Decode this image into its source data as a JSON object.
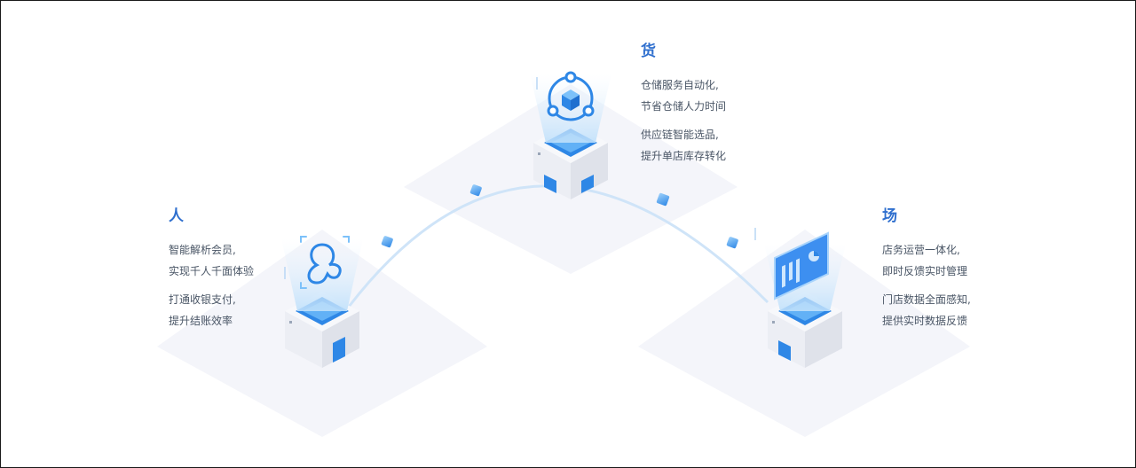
{
  "sections": [
    {
      "id": "ren",
      "title": "人",
      "icon": "person-icon",
      "groups": [
        [
          "智能解析会员,",
          "实现千人千面体验"
        ],
        [
          "打通收银支付,",
          "提升结账效率"
        ]
      ]
    },
    {
      "id": "huo",
      "title": "货",
      "icon": "network-cube-icon",
      "groups": [
        [
          "仓储服务自动化,",
          "节省仓储人力时间"
        ],
        [
          "供应链智能选品,",
          "提升单店库存转化"
        ]
      ]
    },
    {
      "id": "chang",
      "title": "场",
      "icon": "dashboard-chart-icon",
      "groups": [
        [
          "店务运营一体化,",
          "即时反馈实时管理"
        ],
        [
          "门店数据全面感知,",
          "提供实时数据反馈"
        ]
      ]
    }
  ],
  "colors": {
    "accent": "#2f6fce",
    "text": "#4a5666",
    "arc": "#cfe4f8",
    "box": "#f3f4f8",
    "box_top": "#2e87e6"
  }
}
